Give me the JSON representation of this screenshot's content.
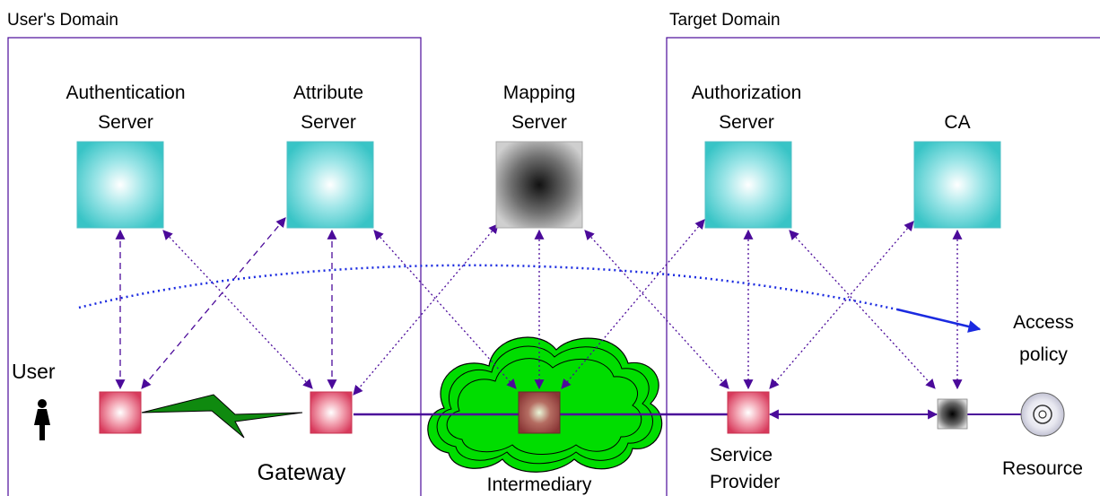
{
  "domains": {
    "user": {
      "title": "User's Domain"
    },
    "target": {
      "title": "Target Domain"
    }
  },
  "servers": {
    "authentication": {
      "line1": "Authentication",
      "line2": "Server"
    },
    "attribute": {
      "line1": "Attribute",
      "line2": "Server"
    },
    "mapping": {
      "line1": "Mapping",
      "line2": "Server"
    },
    "authorization": {
      "line1": "Authorization",
      "line2": "Server"
    },
    "ca": {
      "line1": "",
      "line2": "CA"
    }
  },
  "nodes": {
    "user": {
      "label": "User"
    },
    "gateway": {
      "label": "Gateway"
    },
    "intermediary": {
      "label": "Intermediary"
    },
    "service_provider": {
      "line1": "Service",
      "line2": "Provider"
    },
    "resource": {
      "label": "Resource"
    }
  },
  "policy": {
    "line1": "Access",
    "line2": "policy"
  },
  "colors": {
    "line": "#4b0a9a",
    "policy_line": "#1a2ae0",
    "server_fill": "#3ec7c9",
    "mapping_fill": "#555555",
    "node_fill": "#e0506a",
    "intermediary_fill": "#8a3a3a",
    "cloud": "#00dd00",
    "wireless": "#0f8a0f"
  }
}
